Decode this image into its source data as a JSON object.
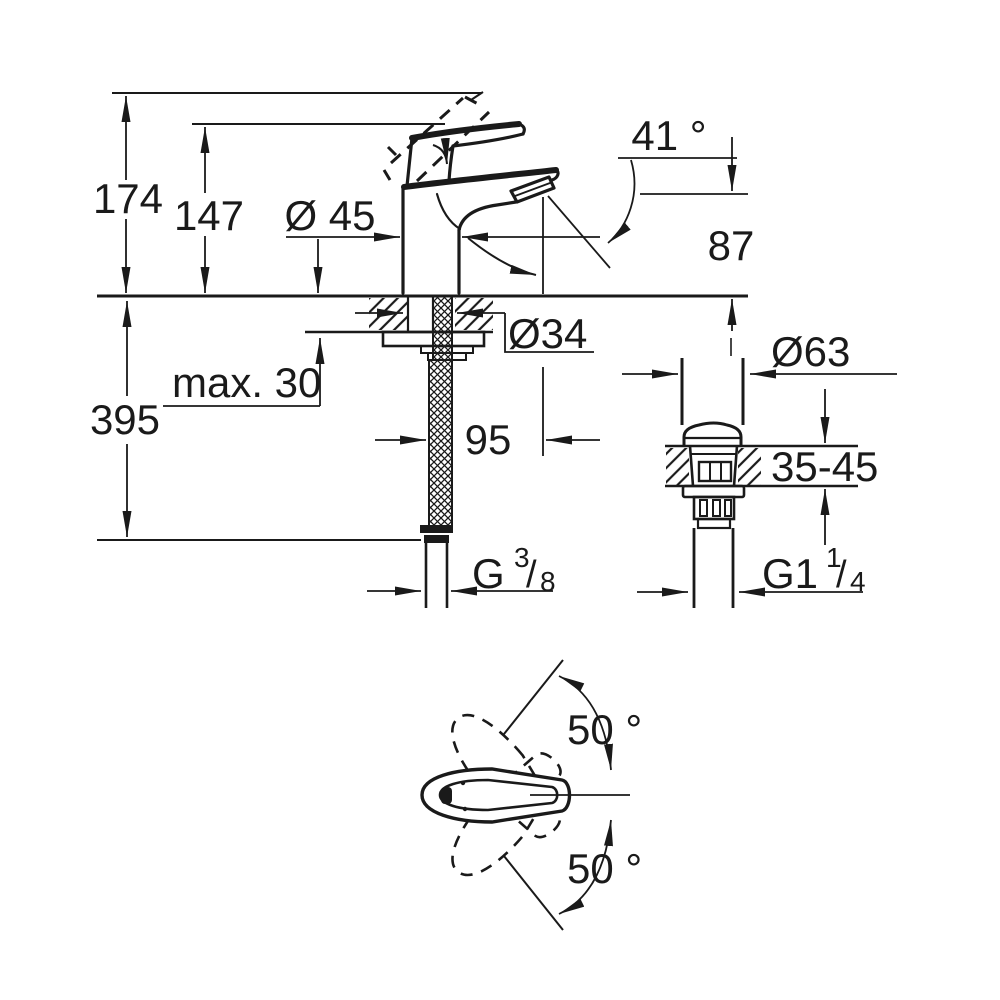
{
  "drawing": {
    "background": "#ffffff",
    "line_color": "#1a1a1a",
    "subject": "single-lever basin mixer dimensional drawing",
    "views": {
      "front": {
        "dims": {
          "total_height": "174",
          "height_to_lever": "147",
          "body_diameter": "Ø 45",
          "spout_angle": "41 °",
          "outlet_height": "87",
          "mounting_hole_diameter": "Ø34",
          "max_deck_thickness": "max. 30",
          "hose_length": "395",
          "spout_reach": "95",
          "supply_thread": {
            "g": "G",
            "num": "3",
            "slash": "/",
            "den": "8"
          }
        }
      },
      "waste": {
        "dims": {
          "flange_diameter": "Ø63",
          "deck_thickness_range": "35-45",
          "waste_thread": {
            "g": "G1",
            "num": "1",
            "slash": "/",
            "den": "4"
          }
        }
      },
      "top": {
        "dims": {
          "swing_up": "50 °",
          "swing_down": "50 °"
        }
      }
    }
  }
}
